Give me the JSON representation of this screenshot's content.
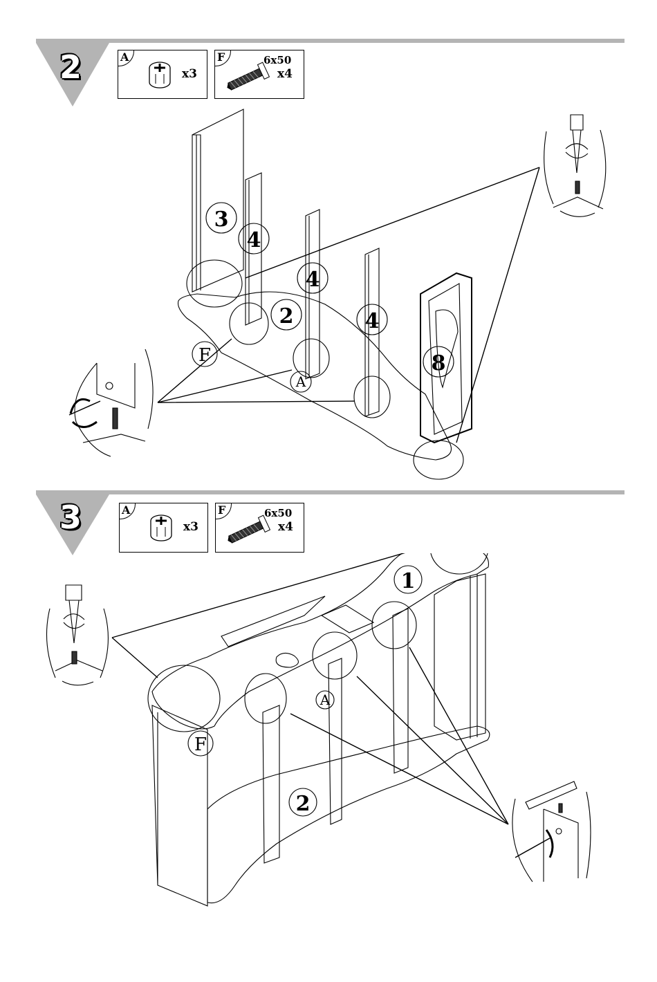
{
  "steps": [
    {
      "number": "2",
      "parts": [
        {
          "letter": "A",
          "qty": "x3",
          "icon": "cam-lock-icon"
        },
        {
          "letter": "F",
          "size": "6x50",
          "qty": "x4",
          "icon": "screw-icon"
        }
      ],
      "panel_labels": [
        "3",
        "4",
        "4",
        "4",
        "2",
        "8"
      ],
      "callout_labels": [
        "F",
        "A"
      ]
    },
    {
      "number": "3",
      "parts": [
        {
          "letter": "A",
          "qty": "x3",
          "icon": "cam-lock-icon"
        },
        {
          "letter": "F",
          "size": "6x50",
          "qty": "x4",
          "icon": "screw-icon"
        }
      ],
      "panel_labels": [
        "1",
        "2"
      ],
      "callout_labels": [
        "F",
        "A"
      ]
    }
  ],
  "colors": {
    "step_bar": "#b4b4b4",
    "line": "#000000",
    "background": "#ffffff"
  }
}
